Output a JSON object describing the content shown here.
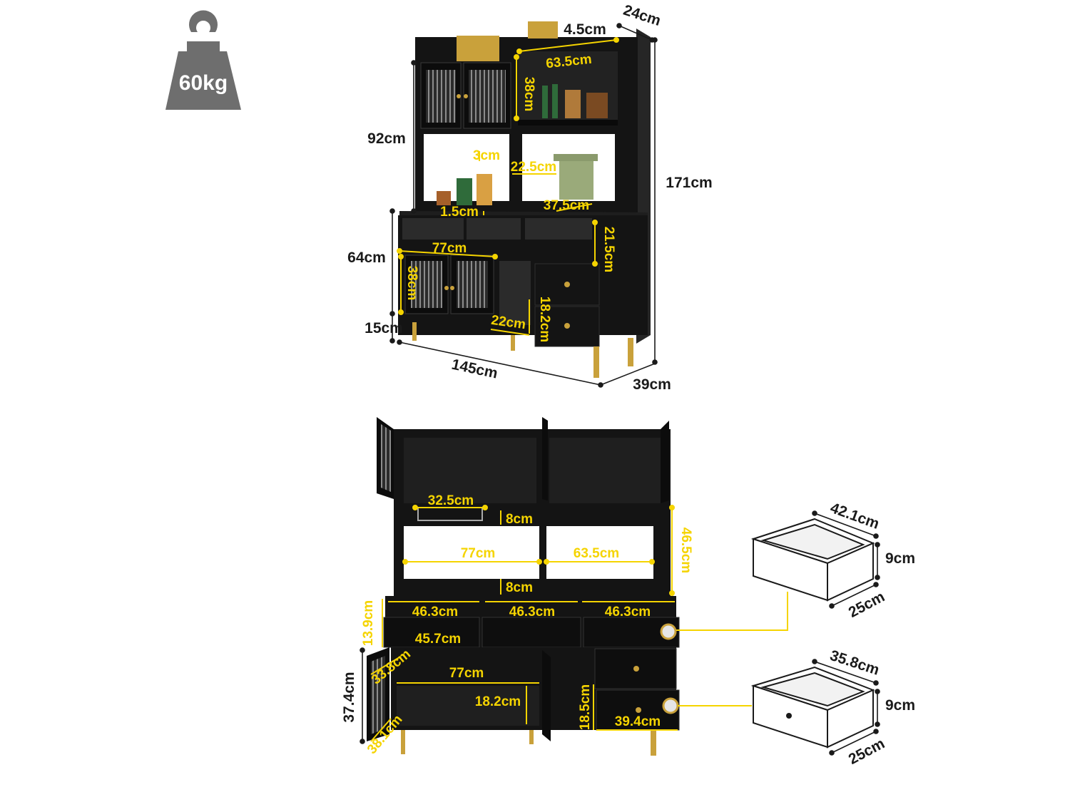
{
  "weight_badge": {
    "label": "60kg",
    "color": "#6e6e6e"
  },
  "colors": {
    "cabinet": "#141414",
    "accent": "#f5d400",
    "gold": "#c9a13b",
    "line": "#1a1a1a"
  },
  "dims_top": {
    "depth_top": "24cm",
    "top_gap": "4.5cm",
    "upper_height": "92cm",
    "total_height": "171cm",
    "lower_height": "64cm",
    "leg_height": "15cm",
    "width": "145cm",
    "depth": "39cm",
    "shelf_width": "63.5cm",
    "shelf_height": "38cm",
    "rack_gap": "3cm",
    "mid_gap": "22.5cm",
    "counter_thickness": "1.5cm",
    "counter_depth": "37.5cm",
    "drawer_height": "21.5cm",
    "lower_width": "77cm",
    "glass_height": "38cm",
    "open_height": "18.2cm",
    "open_width": "22cm"
  },
  "dims_bottom": {
    "rack_width": "32.5cm",
    "rack_height": "8cm",
    "hutch_height": "46.5cm",
    "left_width": "77cm",
    "right_width": "63.5cm",
    "counter_gap": "8cm",
    "drawer_w1": "46.3cm",
    "drawer_w2": "46.3cm",
    "drawer_w3": "46.3cm",
    "drawer_front_h": "13.9cm",
    "drawer_front_w": "45.7cm",
    "door_diag": "33.8cm",
    "cab_width": "77cm",
    "door_height": "37.4cm",
    "inner_height": "18.2cm",
    "door_depth": "38.1cm",
    "side_drawer_h": "18.5cm",
    "side_drawer_w": "39.4cm"
  },
  "drawer_top_detail": {
    "width": "42.1cm",
    "height": "9cm",
    "depth": "25cm"
  },
  "drawer_bottom_detail": {
    "width": "35.8cm",
    "height": "9cm",
    "depth": "25cm"
  }
}
